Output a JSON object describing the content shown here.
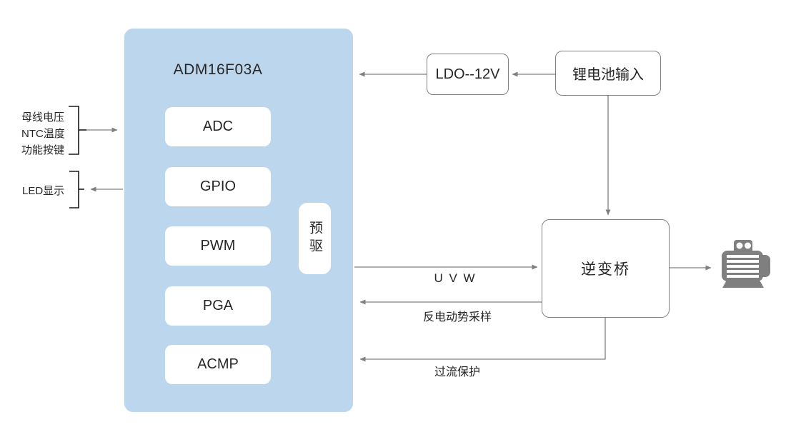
{
  "colors": {
    "chip_fill": "#BCD6ED",
    "box_border": "#808080",
    "connector_line": "#808080",
    "bracket": "#1A1A1A",
    "motor_gray": "#7F7F7F",
    "text": "#262626"
  },
  "chip": {
    "title": "ADM16F03A",
    "modules": [
      "ADC",
      "GPIO",
      "PWM",
      "PGA",
      "ACMP"
    ],
    "predriver": "预驱"
  },
  "left_labels": {
    "input_lines": [
      "母线电压",
      "NTC温度",
      "功能按键"
    ],
    "led": "LED显示"
  },
  "power": {
    "ldo": "LDO--12V",
    "battery": "锂电池输入"
  },
  "inverter": "逆变桥",
  "signal_labels": {
    "uvw": "U V W",
    "bemf": "反电动势采样",
    "overcurrent": "过流保护"
  },
  "motor": {
    "icon": "motor-icon"
  }
}
